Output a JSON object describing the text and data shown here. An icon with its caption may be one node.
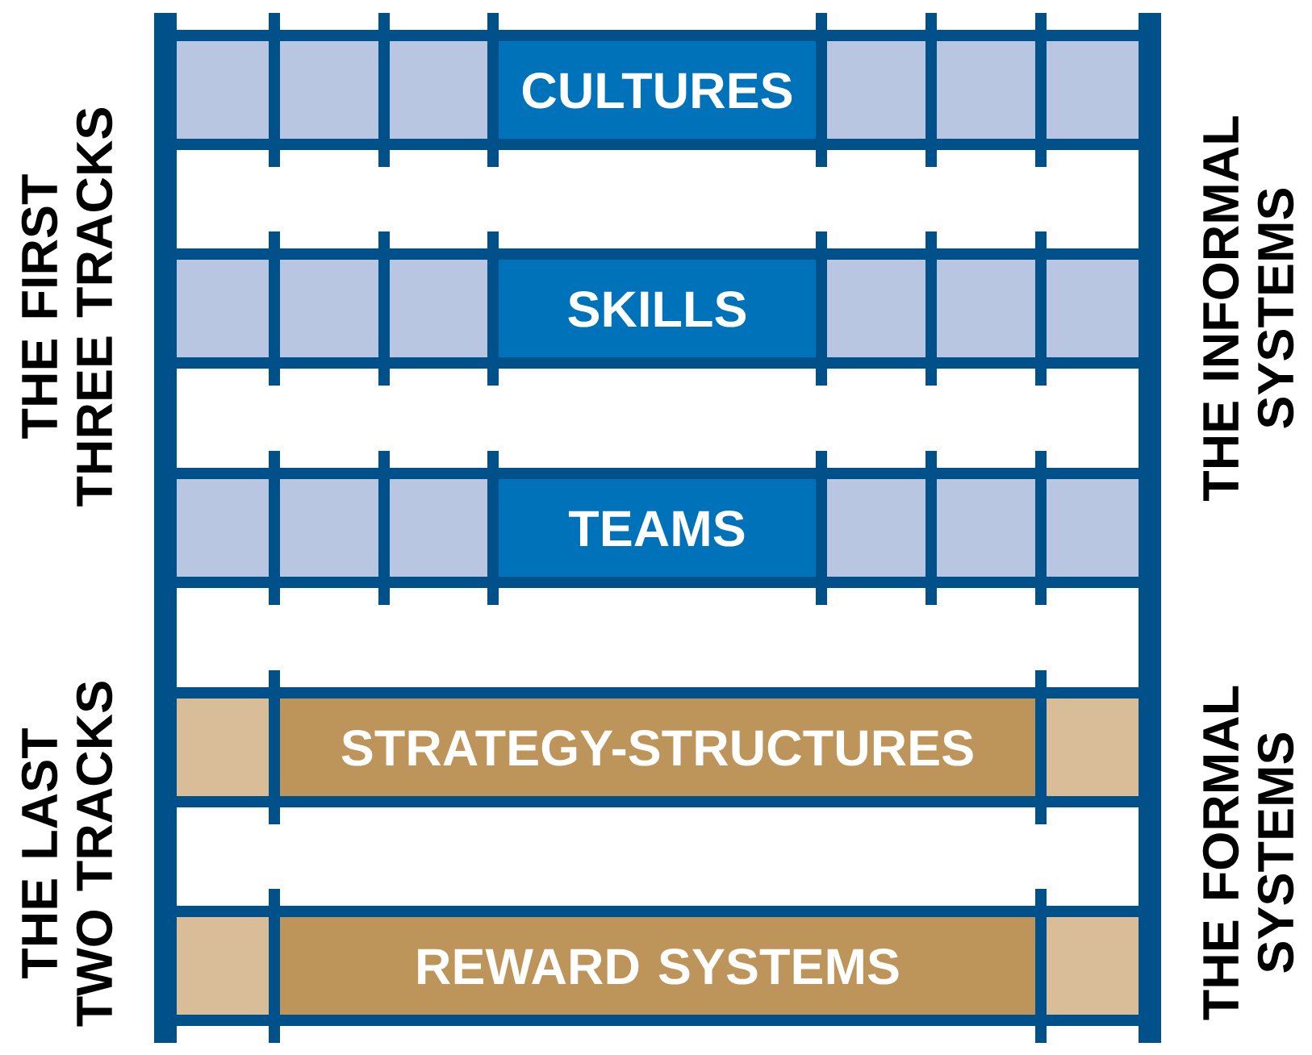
{
  "diagram": {
    "nodes": [
      {
        "text": [],
        "shape": "box"
      },
      {
        "text": [],
        "shape": "box"
      },
      {
        "text": [],
        "shape": "box"
      },
      {
        "text": [
          "CULTURES"
        ]
      },
      {
        "text": [],
        "shape": "box"
      },
      {
        "text": [],
        "shape": "box"
      },
      {
        "text": [],
        "shape": "box"
      },
      {
        "text": [],
        "shape": "box"
      },
      {
        "text": [],
        "shape": "box"
      },
      {
        "text": [],
        "shape": "box"
      },
      {
        "text": [
          "SKILLS"
        ]
      },
      {
        "text": [],
        "shape": "box"
      },
      {
        "text": [],
        "shape": "box"
      },
      {
        "text": [],
        "shape": "box"
      },
      {
        "text": [],
        "shape": "box"
      },
      {
        "text": [],
        "shape": "box"
      },
      {
        "text": [],
        "shape": "box"
      },
      {
        "text": [
          "TEAMS"
        ]
      },
      {
        "text": [],
        "shape": "box"
      },
      {
        "text": [],
        "shape": "box"
      },
      {
        "text": [],
        "shape": "box"
      },
      {
        "text": [],
        "shape": "box"
      },
      {
        "text": [
          "STRATEGY-STRUCTURES"
        ]
      },
      {
        "text": [],
        "shape": "box"
      },
      {
        "text": [],
        "shape": "box"
      },
      {
        "text": [
          "REWARD SYSTEMS"
        ]
      },
      {
        "text": [],
        "shape": "box"
      }
    ],
    "labels": [
      "THE FIRST THREE TRACKS",
      "THE INFORMAL SYSTEMS",
      "THE LAST TWO TRACKS",
      "THE FORMAL SYSTEMS"
    ]
  }
}
